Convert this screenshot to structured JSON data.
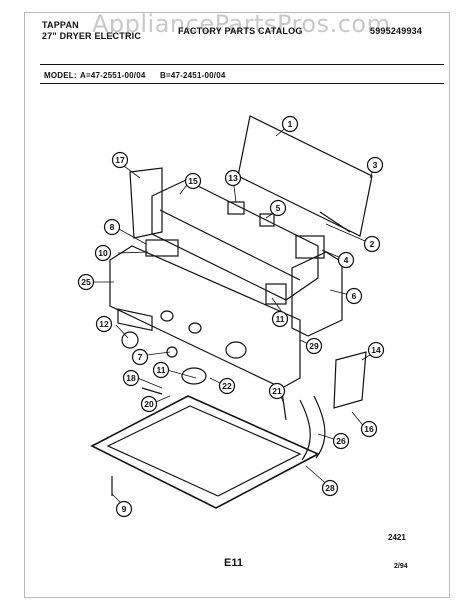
{
  "header": {
    "brand": "TAPPAN",
    "product_line": "27\" DRYER ELECTRIC",
    "catalog_title": "FACTORY PARTS CATALOG",
    "catalog_number": "5995249934",
    "watermark": "AppliancePartsPros.com",
    "model_label": "MODEL:",
    "model_a": "A=47-2551-00/04",
    "model_b": "B=47-2451-00/04"
  },
  "callouts": [
    {
      "id": "callout-1",
      "label": "1"
    },
    {
      "id": "callout-2",
      "label": "2"
    },
    {
      "id": "callout-3",
      "label": "3"
    },
    {
      "id": "callout-4",
      "label": "4"
    },
    {
      "id": "callout-5",
      "label": "5"
    },
    {
      "id": "callout-6",
      "label": "6"
    },
    {
      "id": "callout-7",
      "label": "7"
    },
    {
      "id": "callout-8",
      "label": "8"
    },
    {
      "id": "callout-9",
      "label": "9"
    },
    {
      "id": "callout-10",
      "label": "10"
    },
    {
      "id": "callout-11a",
      "label": "11"
    },
    {
      "id": "callout-11b",
      "label": "11"
    },
    {
      "id": "callout-12",
      "label": "12"
    },
    {
      "id": "callout-13",
      "label": "13"
    },
    {
      "id": "callout-14",
      "label": "14"
    },
    {
      "id": "callout-15",
      "label": "15"
    },
    {
      "id": "callout-16",
      "label": "16"
    },
    {
      "id": "callout-17",
      "label": "17"
    },
    {
      "id": "callout-18",
      "label": "18"
    },
    {
      "id": "callout-20",
      "label": "20"
    },
    {
      "id": "callout-21",
      "label": "21"
    },
    {
      "id": "callout-22",
      "label": "22"
    },
    {
      "id": "callout-25",
      "label": "25"
    },
    {
      "id": "callout-26",
      "label": "26"
    },
    {
      "id": "callout-28",
      "label": "28"
    },
    {
      "id": "callout-29",
      "label": "29"
    }
  ],
  "footer": {
    "diagram_number": "2421",
    "page_code": "E11",
    "date": "2/94"
  }
}
